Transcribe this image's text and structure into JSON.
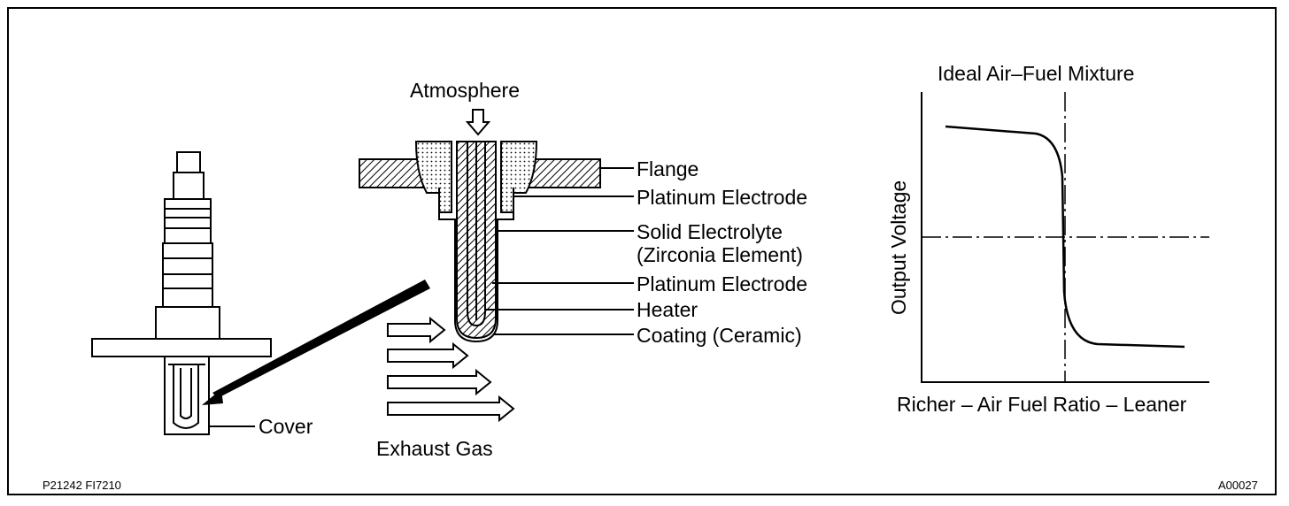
{
  "labels": {
    "atmosphere": "Atmosphere",
    "flange": "Flange",
    "platinum_electrode_1": "Platinum Electrode",
    "solid_electrolyte": "Solid Electrolyte",
    "zirconia_element": "(Zirconia Element)",
    "platinum_electrode_2": "Platinum Electrode",
    "heater": "Heater",
    "coating": "Coating (Ceramic)",
    "cover": "Cover",
    "exhaust_gas": "Exhaust Gas"
  },
  "graph": {
    "title": "Ideal Air–Fuel Mixture",
    "ylabel": "Output Voltage",
    "xlabel": "Richer – Air Fuel Ratio – Leaner"
  },
  "codes": {
    "left": "P21242  FI7210",
    "right": "A00027"
  },
  "colors": {
    "ink": "#000000",
    "paper": "#ffffff"
  }
}
